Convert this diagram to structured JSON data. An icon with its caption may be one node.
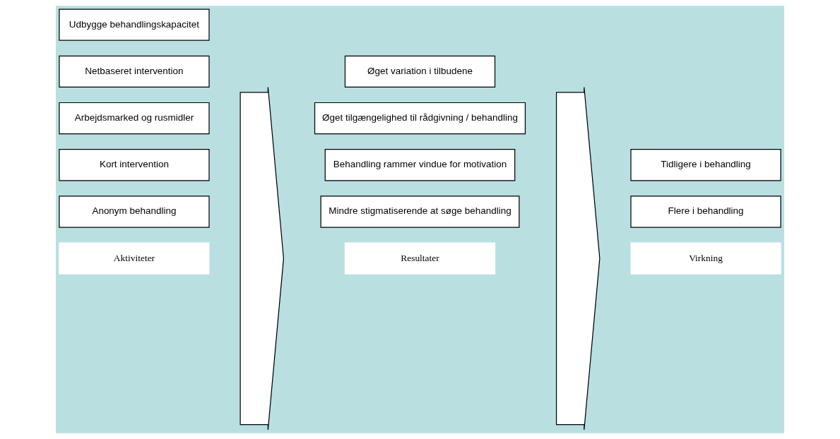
{
  "diagram": {
    "nodes": [
      {
        "text": [
          "Aktiviteter"
        ]
      },
      {
        "text": [
          "Resultater"
        ]
      },
      {
        "text": [
          "Virkning"
        ]
      },
      {
        "text": [
          "Anonym behandling"
        ]
      },
      {
        "text": [
          "Kort intervention"
        ]
      },
      {
        "text": [
          "Arbejdsmarked og rusmidler"
        ]
      },
      {
        "text": [
          "Netbaseret intervention"
        ]
      },
      {
        "text": [
          "Udbygge behandlingskapacitet"
        ]
      },
      {
        "text": [],
        "shape": "arrow"
      },
      {
        "text": [
          "Mindre stigmatiserende at søge behandling"
        ]
      },
      {
        "text": [
          "Behandling rammer vindue for motivation"
        ]
      },
      {
        "text": [
          "Øget tilgængelighed til rådgivning / behandling"
        ]
      },
      {
        "text": [
          "Øget variation i tilbudene"
        ]
      },
      {
        "text": [],
        "shape": "arrow"
      },
      {
        "text": [
          "Flere i behandling"
        ]
      },
      {
        "text": [
          "Tidligere i behandling"
        ]
      }
    ]
  }
}
